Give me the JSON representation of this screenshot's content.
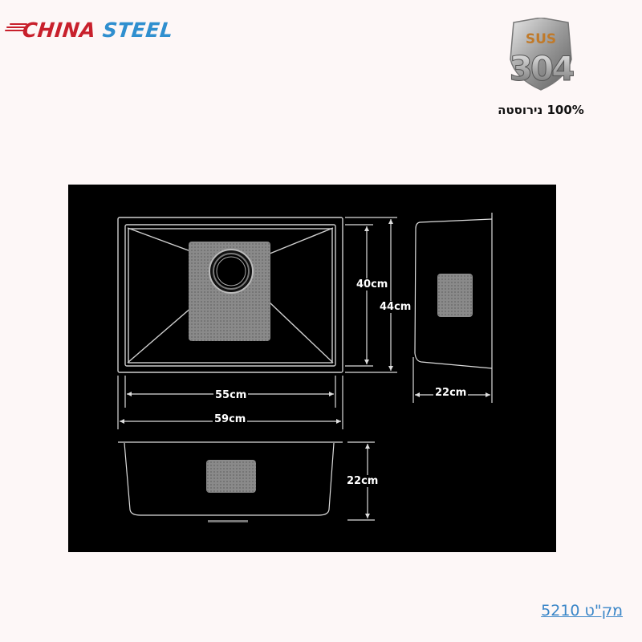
{
  "brand": {
    "part1": "CHINA",
    "part2": "STEEL",
    "colors": {
      "part1": "#c8202c",
      "part2": "#2f8fcf"
    }
  },
  "badge": {
    "top_text": "SUS",
    "grade": "304",
    "caption": "100% נירוסטה"
  },
  "diagram": {
    "background": "#000000",
    "line_color": "#d8d8d8",
    "top_view": {
      "inner_height": "40cm",
      "outer_height": "44cm",
      "inner_width": "55cm",
      "outer_width": "59cm"
    },
    "side_view": {
      "depth": "22cm"
    },
    "front_view": {
      "height": "22cm"
    }
  },
  "sku_link": {
    "label": "מק\"ט 5210",
    "color": "#3a86c8"
  }
}
